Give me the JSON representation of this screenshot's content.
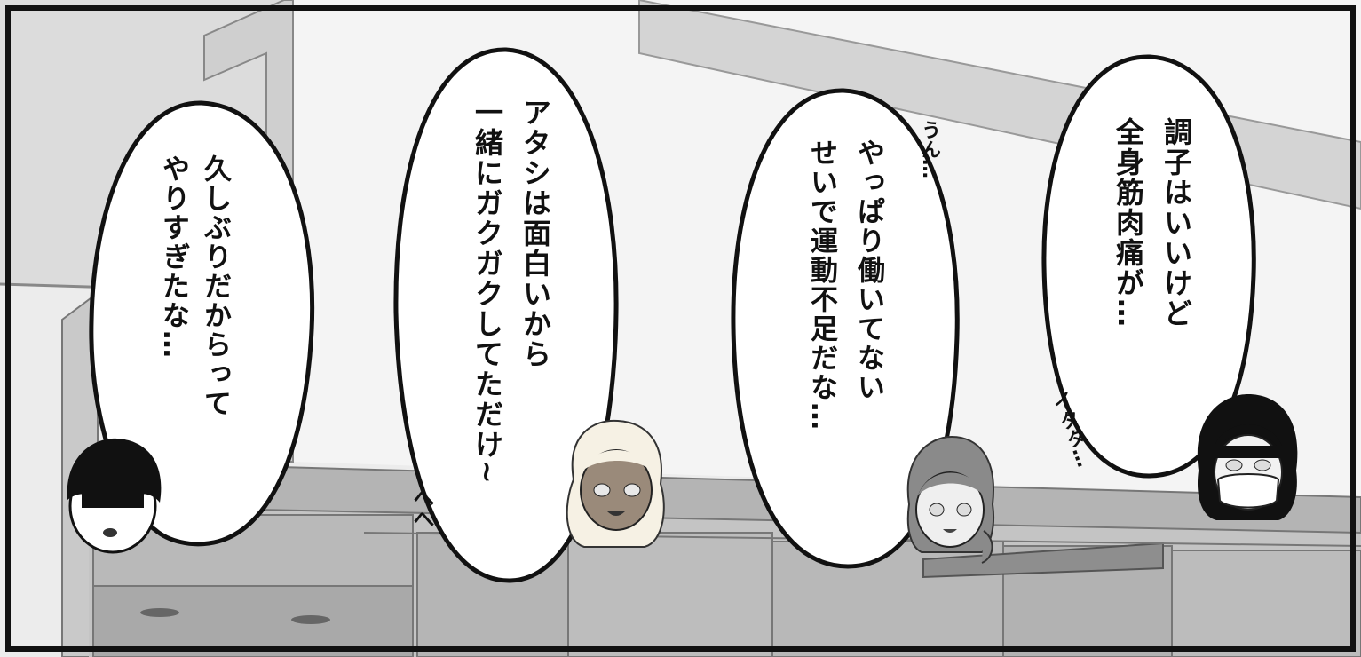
{
  "bubbles": [
    {
      "lines": [
        "久しぶりだからって",
        "やりすぎたな…"
      ]
    },
    {
      "lines": [
        "アタシは面白いから",
        "一緒にガクガクしてただけ~"
      ]
    },
    {
      "lines": [
        "やっぱり働いてない",
        "せいで運動不足だな…"
      ]
    },
    {
      "lines": [
        "調子はいいけど",
        "全身筋肉痛が…"
      ]
    }
  ],
  "sfx": {
    "heh": "へへ",
    "un": "うん…",
    "itata": "イタタ…"
  },
  "characters": [
    "man-short-black-hair",
    "girl-blonde-tan",
    "girl-brown-hair",
    "girl-black-hair-mask"
  ],
  "colors": {
    "border": "#111111",
    "wall": "#f2f2f2",
    "shadow": "#cfcfcf"
  }
}
